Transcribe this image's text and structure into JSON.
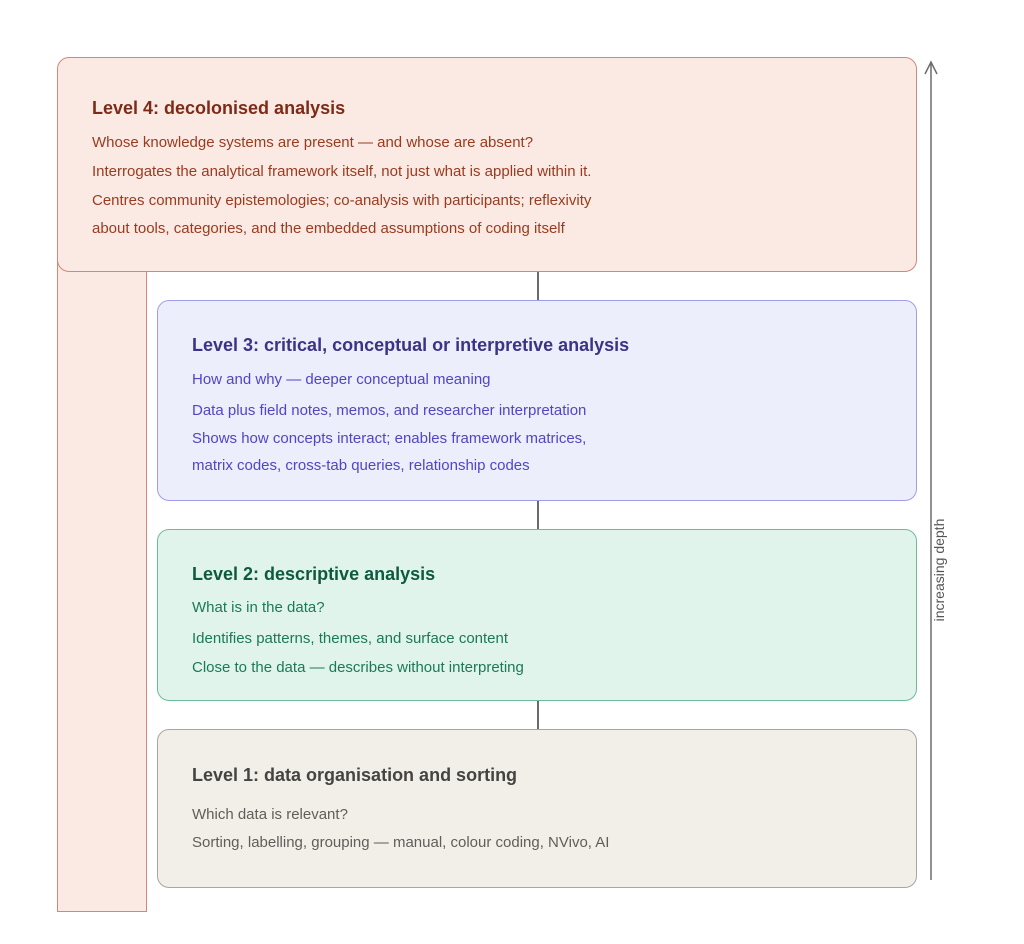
{
  "levels": {
    "level4": {
      "title": "Level 4: decolonised analysis",
      "lines": [
        "Whose knowledge systems are present — and whose are absent?",
        "Interrogates the analytical framework itself, not just what is applied within it.",
        "Centres community epistemologies; co-analysis with participants; reflexivity",
        "about tools, categories, and the embedded assumptions of coding itself"
      ]
    },
    "level3": {
      "title": "Level 3: critical, conceptual or interpretive analysis",
      "lines": [
        "How and why — deeper conceptual meaning",
        "Data plus field notes, memos, and researcher interpretation",
        "Shows how concepts interact; enables framework matrices,",
        "matrix codes, cross-tab queries, relationship codes"
      ]
    },
    "level2": {
      "title": "Level 2: descriptive analysis",
      "lines": [
        "What is in the data?",
        "Identifies patterns, themes, and surface content",
        "Close to the data — describes without interpreting"
      ]
    },
    "level1": {
      "title": "Level 1: data organisation and sorting",
      "lines": [
        "Which data is relevant?",
        "Sorting, labelling, grouping — manual, colour coding, NVivo, AI"
      ]
    }
  },
  "axis": {
    "label": "increasing depth"
  },
  "colors": {
    "level4_fill": "#fbeae4",
    "level4_border": "#d2877a",
    "level3_fill": "#eceefc",
    "level3_border": "#a29de8",
    "level2_fill": "#e0f4ec",
    "level2_border": "#6cbc9c",
    "level1_fill": "#f2efe9",
    "level1_border": "#a8a6a0"
  },
  "icons": {
    "axis_arrow": "arrow-up-icon"
  }
}
